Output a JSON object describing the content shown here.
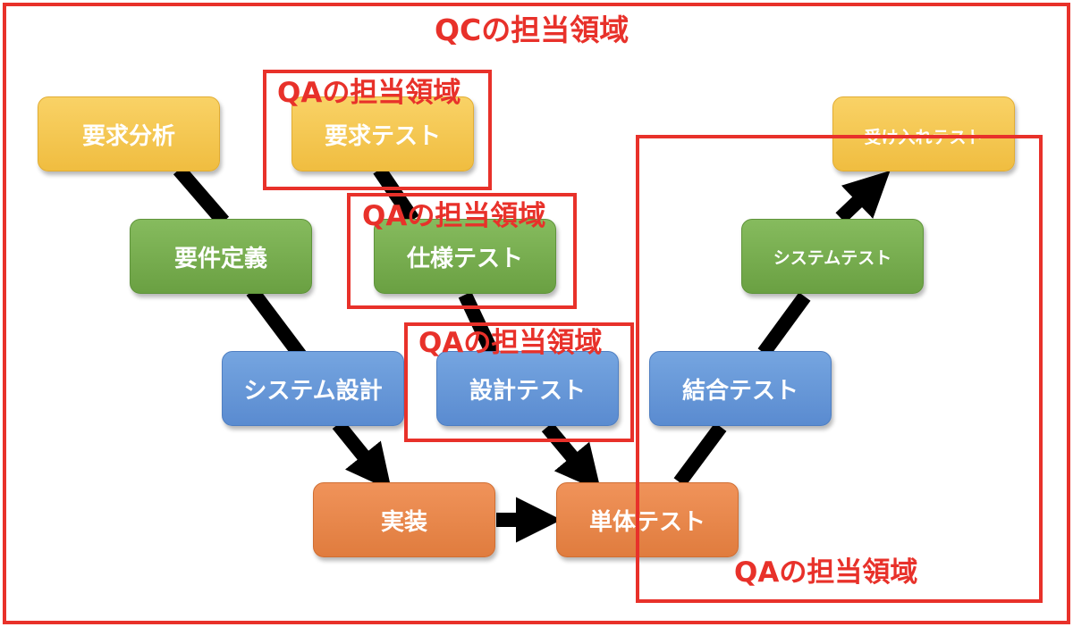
{
  "diagram": {
    "nodes": {
      "req_analysis": "要求分析",
      "req_def": "要件定義",
      "sys_design": "システム設計",
      "impl": "実装",
      "req_test": "要求テスト",
      "spec_test": "仕様テスト",
      "design_test": "設計テスト",
      "unit_test": "単体テスト",
      "integration_test": "結合テスト",
      "system_test": "システムテスト",
      "acceptance_test": "受け入れテスト"
    },
    "zones": {
      "qc_label": "QCの担当領域",
      "qa_req_label": "QAの担当領域",
      "qa_spec_label": "QAの担当領域",
      "qa_design_label": "QAの担当領域",
      "qa_right_label": "QAの担当領域"
    },
    "colors": {
      "zone_border": "#e8312a",
      "arrow": "#000000",
      "phase_row1": "#f0bd40",
      "phase_row2": "#6aa042",
      "phase_row3": "#5a8bd0",
      "phase_row4": "#e07c3e"
    }
  }
}
